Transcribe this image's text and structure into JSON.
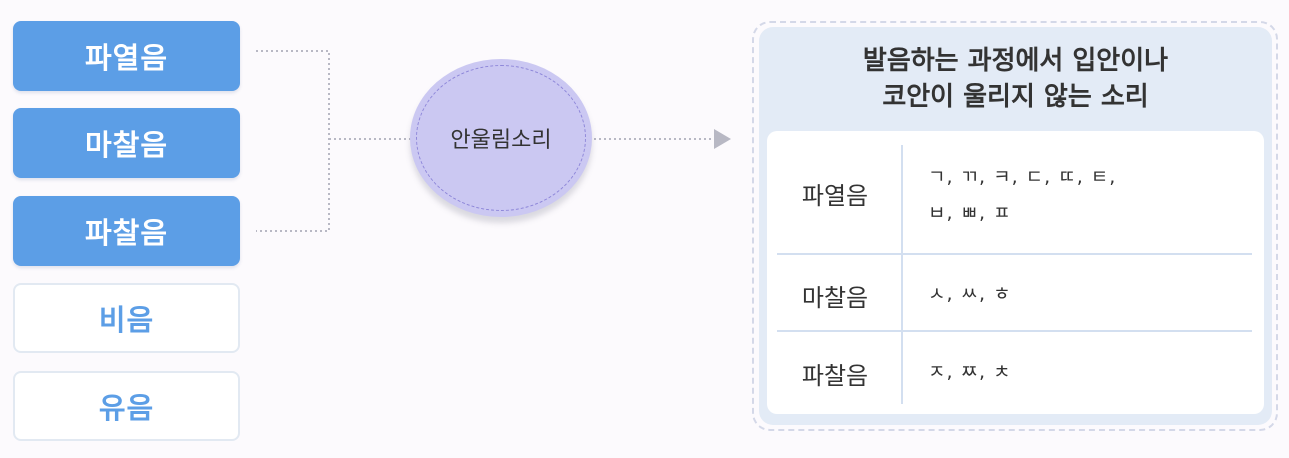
{
  "categories": [
    {
      "label": "파열음",
      "style": "filled"
    },
    {
      "label": "마찰음",
      "style": "filled"
    },
    {
      "label": "파찰음",
      "style": "filled"
    },
    {
      "label": "비음",
      "style": "outline"
    },
    {
      "label": "유음",
      "style": "outline"
    }
  ],
  "center_label": "안울림소리",
  "definition": {
    "line1": "발음하는 과정에서 입안이나",
    "line2": "코안이 울리지 않는 소리"
  },
  "table": [
    {
      "label": "파열음",
      "line1": "ㄱ, ㄲ, ㅋ, ㄷ, ㄸ, ㅌ,",
      "line2": "ㅂ, ㅃ, ㅍ"
    },
    {
      "label": "마찰음",
      "line1": "ㅅ, ㅆ, ㅎ"
    },
    {
      "label": "파찰음",
      "line1": "ㅈ, ㅉ, ㅊ"
    }
  ],
  "colors": {
    "filled_category": "#5c9ee6",
    "circle": "#cbc8f2",
    "panel": "#e3ebf6",
    "connector": "#b8b8c4"
  }
}
